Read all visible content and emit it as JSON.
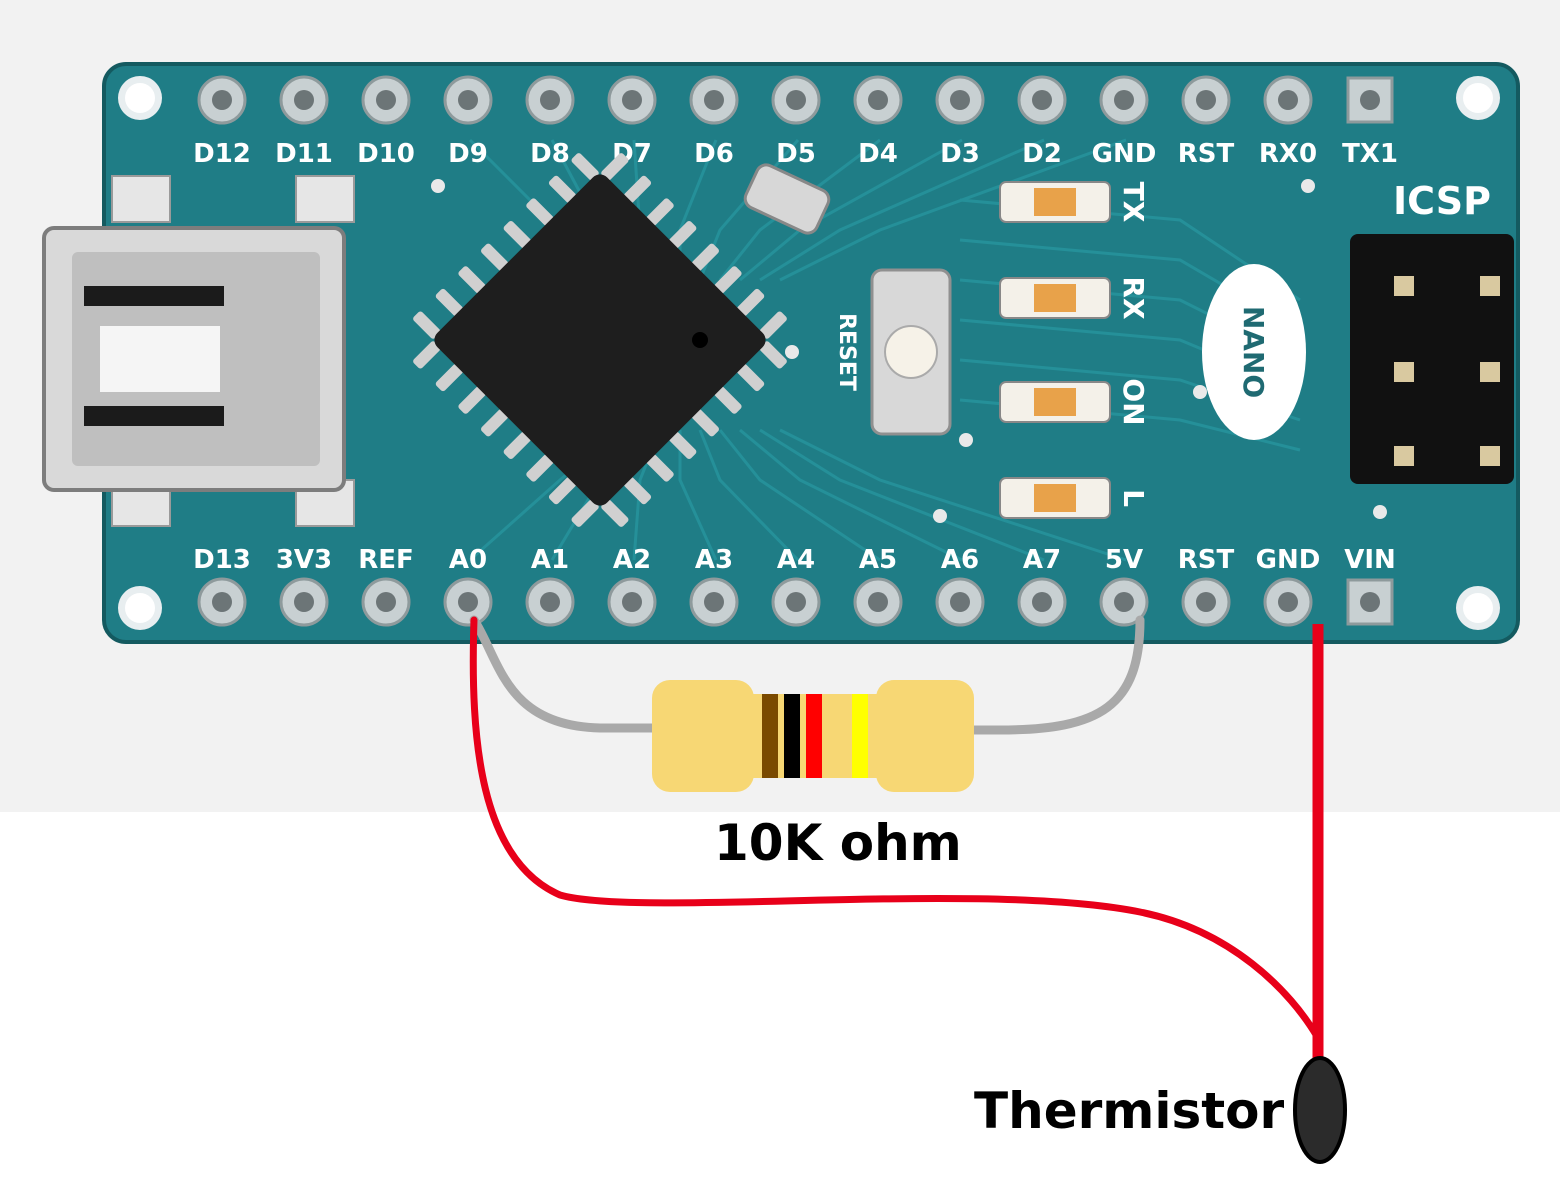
{
  "board": {
    "top_pins": [
      "D12",
      "D11",
      "D10",
      "D9",
      "D8",
      "D7",
      "D6",
      "D5",
      "D4",
      "D3",
      "D2",
      "GND",
      "RST",
      "RX0",
      "TX1"
    ],
    "bottom_pins": [
      "D13",
      "3V3",
      "REF",
      "A0",
      "A1",
      "A2",
      "A3",
      "A4",
      "A5",
      "A6",
      "A7",
      "5V",
      "RST",
      "GND",
      "VIN"
    ],
    "icsp_label": "ICSP",
    "led_labels": [
      "TX",
      "RX",
      "ON",
      "L"
    ],
    "reset_label": "RESET",
    "model_label": "NANO"
  },
  "resistor": {
    "label": "10K ohm",
    "bands": [
      "#7a4a00",
      "#000000",
      "#ff0000",
      "#ffff00"
    ],
    "body_color": "#f7d774"
  },
  "thermistor": {
    "label": "Thermistor"
  },
  "colors": {
    "pcb": "#1f7d86",
    "wire_red": "#e8001a",
    "wire_gray": "#a9a9a9",
    "background_top": "#f2f2f2"
  }
}
